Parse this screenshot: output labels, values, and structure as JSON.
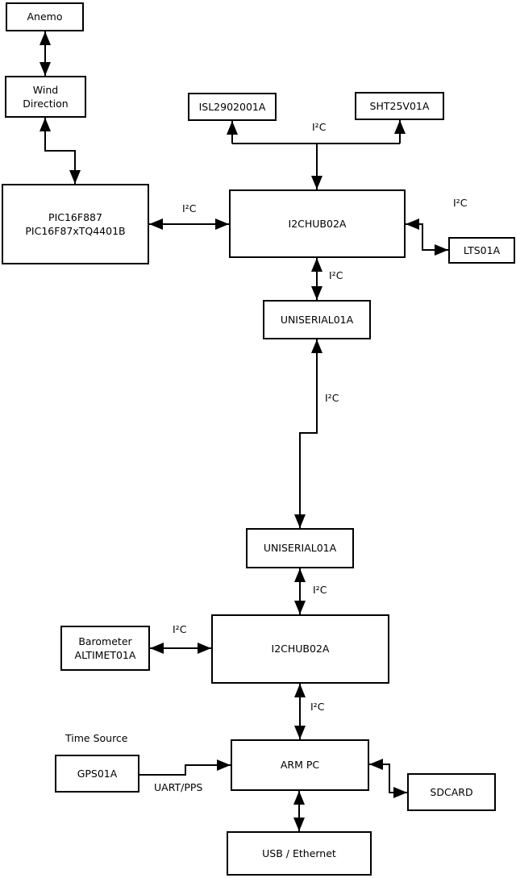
{
  "diagram": {
    "nodes": {
      "anemo": {
        "label": "Anemo"
      },
      "wind_direction": {
        "label": "Wind\nDirection"
      },
      "pic": {
        "label": "PIC16F887\nPIC16F87xTQ4401B"
      },
      "isl": {
        "label": "ISL2902001A"
      },
      "sht": {
        "label": "SHT25V01A"
      },
      "hub1": {
        "label": "I2CHUB02A"
      },
      "lts": {
        "label": "LTS01A"
      },
      "uniserial1": {
        "label": "UNISERIAL01A"
      },
      "uniserial2": {
        "label": "UNISERIAL01A"
      },
      "barometer": {
        "label": "Barometer\nALTIMET01A"
      },
      "hub2": {
        "label": "I2CHUB02A"
      },
      "arm_pc": {
        "label": "ARM PC"
      },
      "gps": {
        "label": "GPS01A"
      },
      "sdcard": {
        "label": "SDCARD"
      },
      "usb": {
        "label": "USB / Ethernet"
      }
    },
    "labels": {
      "i2c": "I²C",
      "uart_pps": "UART/PPS",
      "time_source": "Time Source"
    },
    "edges": [
      {
        "from": "Anemo",
        "to": "Wind Direction",
        "label": "",
        "bidirectional": true
      },
      {
        "from": "Wind Direction",
        "to": "PIC16F887 PIC16F87xTQ4401B",
        "label": "",
        "bidirectional": true
      },
      {
        "from": "PIC16F887 PIC16F87xTQ4401B",
        "to": "I2CHUB02A",
        "label": "I²C",
        "bidirectional": true
      },
      {
        "from": "I2CHUB02A",
        "to": "ISL2902001A",
        "label": "I²C",
        "bidirectional": false
      },
      {
        "from": "I2CHUB02A",
        "to": "SHT25V01A",
        "label": "I²C",
        "bidirectional": false
      },
      {
        "from": "I2CHUB02A",
        "to": "LTS01A",
        "label": "I²C",
        "bidirectional": true
      },
      {
        "from": "I2CHUB02A",
        "to": "UNISERIAL01A",
        "label": "I²C",
        "bidirectional": true
      },
      {
        "from": "UNISERIAL01A",
        "to": "UNISERIAL01A",
        "label": "I²C",
        "bidirectional": true
      },
      {
        "from": "UNISERIAL01A",
        "to": "I2CHUB02A (2)",
        "label": "I²C",
        "bidirectional": true
      },
      {
        "from": "Barometer ALTIMET01A",
        "to": "I2CHUB02A (2)",
        "label": "I²C",
        "bidirectional": true
      },
      {
        "from": "I2CHUB02A (2)",
        "to": "ARM PC",
        "label": "I²C",
        "bidirectional": true
      },
      {
        "from": "GPS01A",
        "to": "ARM PC",
        "label": "UART/PPS",
        "bidirectional": false
      },
      {
        "from": "ARM PC",
        "to": "SDCARD",
        "label": "",
        "bidirectional": true
      },
      {
        "from": "ARM PC",
        "to": "USB / Ethernet",
        "label": "",
        "bidirectional": true
      }
    ],
    "colors": {
      "stroke": "#000000",
      "background": "#ffffff",
      "node_fill": "#ffffff",
      "text": "#000000"
    }
  }
}
